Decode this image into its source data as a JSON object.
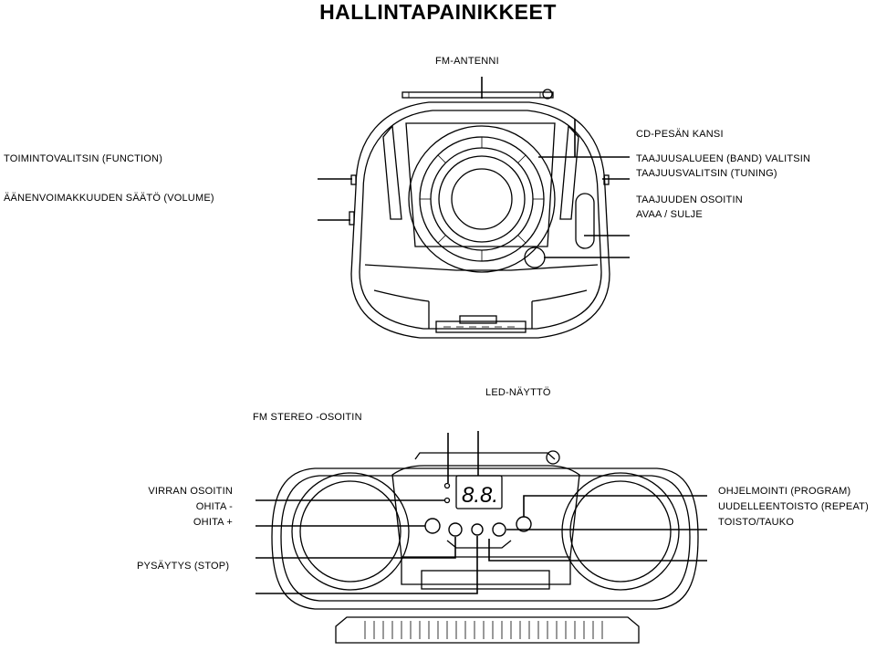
{
  "title": "HALLINTAPAINIKKEET",
  "top_view": {
    "fm_antenna": "FM-ANTENNI",
    "function": "TOIMINTOVALITSIN (FUNCTION)",
    "volume": "ÄÄNENVOIMAKKUUDEN SÄÄTÖ (VOLUME)",
    "cd_lid": "CD-PESÄN KANSI",
    "band": "TAAJUUSALUEEN (BAND) VALITSIN",
    "tuning": "TAAJUUSVALITSIN (TUNING)",
    "freq_indicator": "TAAJUUDEN OSOITIN",
    "open_close": "AVAA / SULJE"
  },
  "front_view": {
    "led_display": "LED-NÄYTTÖ",
    "fm_stereo": "FM STEREO -OSOITIN",
    "power_indicator": "VIRRAN OSOITIN",
    "skip_minus": "OHITA -",
    "skip_plus": "OHITA +",
    "stop": "PYSÄYTYS (STOP)",
    "program": "OHJELMOINTI (PROGRAM)",
    "repeat": "UUDELLEENTOISTO (REPEAT)",
    "play_pause": "TOISTO/TAUKO",
    "display_digits": "8.8."
  }
}
